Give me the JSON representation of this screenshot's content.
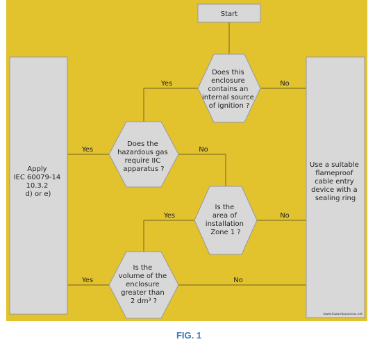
{
  "colors": {
    "background": "#e2c22d",
    "node_fill": "#d8d8d8",
    "node_stroke": "#999999",
    "line": "#8a7624",
    "caption": "#3a78b5"
  },
  "nodes": {
    "start": {
      "label": "Start"
    },
    "q_ignition": {
      "lines": [
        "Does this",
        "enclosure",
        "contains an",
        "internal source",
        "of ignition ?"
      ]
    },
    "q_gas": {
      "lines": [
        "Does the",
        "hazardous gas",
        "require IIC",
        "apparatus ?"
      ]
    },
    "q_zone": {
      "lines": [
        "Is the",
        "area of",
        "installation",
        "Zone 1 ?"
      ]
    },
    "q_volume": {
      "lines": [
        "Is the",
        "volume of the",
        "enclosure",
        "greater than",
        "2 dm³ ?"
      ]
    },
    "apply": {
      "lines": [
        "Apply",
        "IEC 60079-14",
        "10.3.2",
        "d) or e)"
      ]
    },
    "use_device": {
      "lines": [
        "Use a suitable",
        "flameproof",
        "cable entry",
        "device with a",
        "sealing ring"
      ]
    }
  },
  "edge_labels": {
    "ignition_yes": "Yes",
    "ignition_no": "No",
    "gas_yes": "Yes",
    "gas_no": "No",
    "zone_yes": "Yes",
    "zone_no": "No",
    "volume_yes": "Yes",
    "volume_no": "No"
  },
  "watermark": "www.hazardousareas.net",
  "caption": "FIG. 1"
}
